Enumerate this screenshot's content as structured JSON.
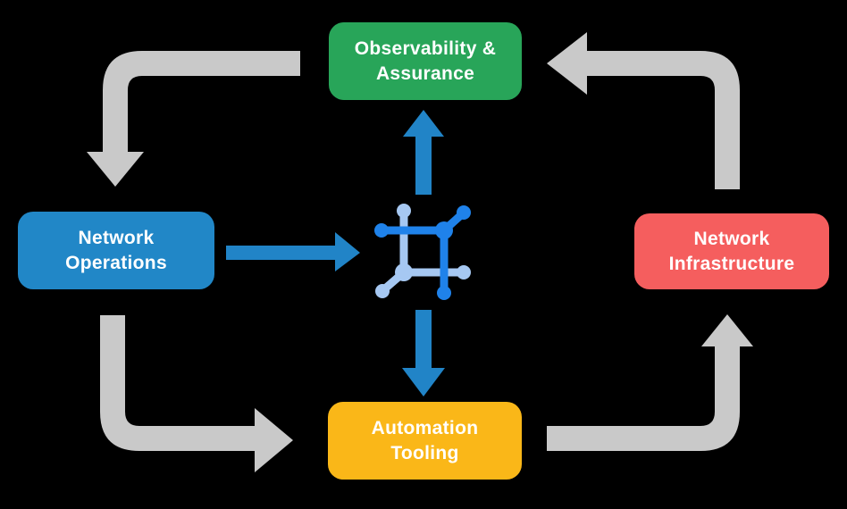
{
  "diagram": {
    "background_color": "#000000",
    "boxes": {
      "observability": {
        "label": "Observability &\nAssurance",
        "color": "#28A559"
      },
      "operations": {
        "label": "Network\nOperations",
        "color": "#2187C7"
      },
      "infrastructure": {
        "label": "Network\nInfrastructure",
        "color": "#F55E5E"
      },
      "tooling": {
        "label": "Automation\nTooling",
        "color": "#FAB718"
      }
    },
    "center_icon": {
      "name": "network-nodes-icon",
      "primary_color": "#1F82EA",
      "secondary_color": "#A6C8F2"
    },
    "colors": {
      "cycle_arrow": "#C9C9C9",
      "hub_arrow": "#2184C7"
    }
  }
}
